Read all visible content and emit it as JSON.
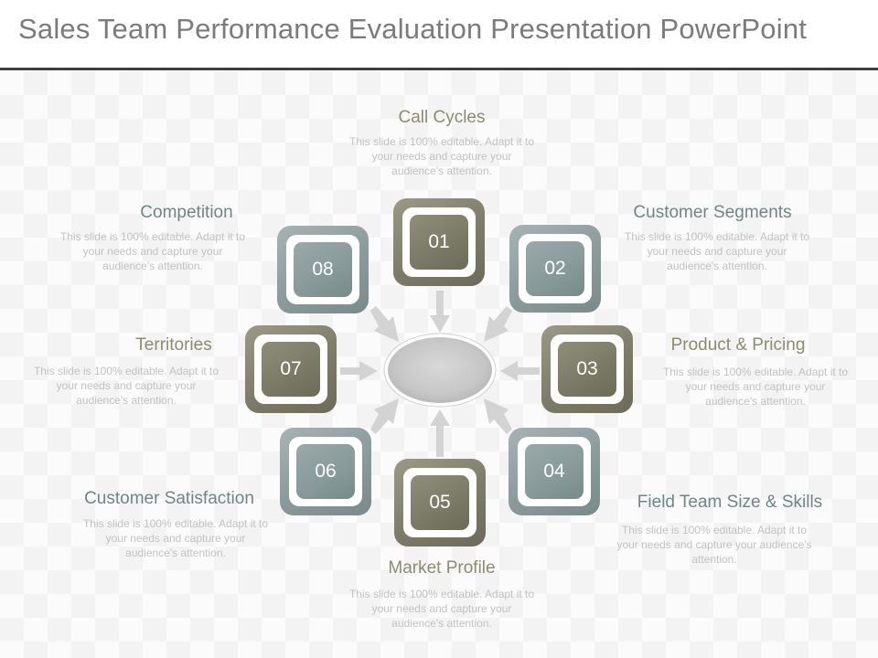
{
  "slide": {
    "title": "Sales Team Performance Evaluation Presentation PowerPoint"
  },
  "colors": {
    "olive": "#7d7c68",
    "teal": "#8a9b9b",
    "heading_olive": "#8d8c6f",
    "heading_teal": "#6f8686",
    "body_text": "#c2c2c2",
    "title_text": "#7b7b7b"
  },
  "nodes": [
    {
      "number": "01",
      "heading": "Call Cycles",
      "body": "This slide is 100% editable. Adapt it to your needs and capture your audience's attention."
    },
    {
      "number": "02",
      "heading": "Customer Segments",
      "body": "This slide is 100% editable. Adapt it to your needs and capture your audience's attention."
    },
    {
      "number": "03",
      "heading": "Product & Pricing",
      "body": "This slide is 100% editable. Adapt it to your needs and capture your audience's attention."
    },
    {
      "number": "04",
      "heading": "Field Team Size & Skills",
      "body": "This slide is 100% editable. Adapt it to your needs and capture your audience's attention."
    },
    {
      "number": "05",
      "heading": "Market Profile",
      "body": "This slide is 100% editable. Adapt it to your needs and capture your audience's attention."
    },
    {
      "number": "06",
      "heading": "Customer Satisfaction",
      "body": "This slide is 100% editable. Adapt it to your needs and capture your audience's attention."
    },
    {
      "number": "07",
      "heading": "Territories",
      "body": "This slide is 100% editable. Adapt it to your needs and capture your audience's attention."
    },
    {
      "number": "08",
      "heading": "Competition",
      "body": "This slide is 100% editable. Adapt it to your needs and capture your audience's attention."
    }
  ]
}
